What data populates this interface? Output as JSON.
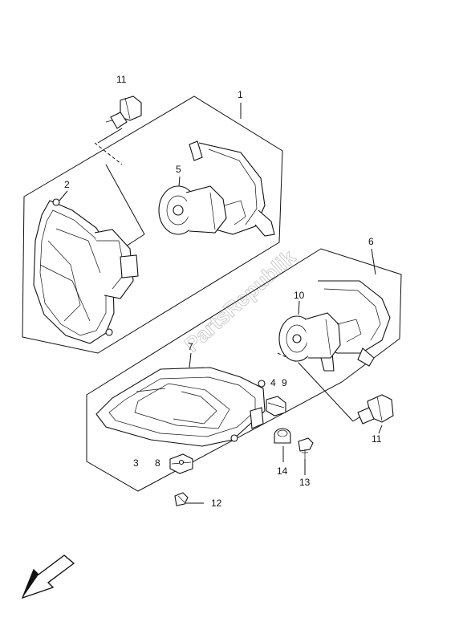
{
  "watermark": "PartsRepublik",
  "callouts": [
    {
      "id": "c1",
      "text": "1"
    },
    {
      "id": "c2",
      "text": "2"
    },
    {
      "id": "c3",
      "text": "3"
    },
    {
      "id": "c4",
      "text": "4"
    },
    {
      "id": "c5",
      "text": "5"
    },
    {
      "id": "c6",
      "text": "6"
    },
    {
      "id": "c7",
      "text": "7"
    },
    {
      "id": "c8",
      "text": "8"
    },
    {
      "id": "c9",
      "text": "9"
    },
    {
      "id": "c10",
      "text": "10"
    },
    {
      "id": "c11a",
      "text": "11"
    },
    {
      "id": "c11b",
      "text": "11"
    },
    {
      "id": "c12",
      "text": "12"
    },
    {
      "id": "c13",
      "text": "13"
    },
    {
      "id": "c14",
      "text": "14"
    }
  ],
  "front_arrow_icon": "arrow-down-left-icon"
}
